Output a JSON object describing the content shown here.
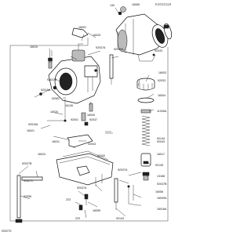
{
  "header": {
    "sheet_code": "E4010118"
  },
  "labels": [
    "16065",
    "130",
    "16001",
    "16025",
    "16019",
    "92037A",
    "92009A",
    "92033",
    "16003",
    "92033",
    "16004",
    "11009A",
    "92037A",
    "16126",
    "92081",
    "16030",
    "16020",
    "92015A",
    "92001",
    "92037",
    "16031",
    "92144",
    "92037A",
    "16017",
    "92015A",
    "16021",
    "92043",
    "11009",
    "16024",
    "92027B",
    "92145",
    "92043",
    "92027C",
    "92056",
    "13168",
    "92037B",
    "16056",
    "16009A",
    "92027D",
    "92037A",
    "223",
    "223",
    "16016A",
    "92143",
    "16055"
  ],
  "icons": {
    "carburetor": "carburetor-icon",
    "intake": "intake-duct-icon",
    "float": "float-icon",
    "bowl": "float-bowl-icon",
    "spring": "spring-icon",
    "cap": "top-cap-icon"
  }
}
